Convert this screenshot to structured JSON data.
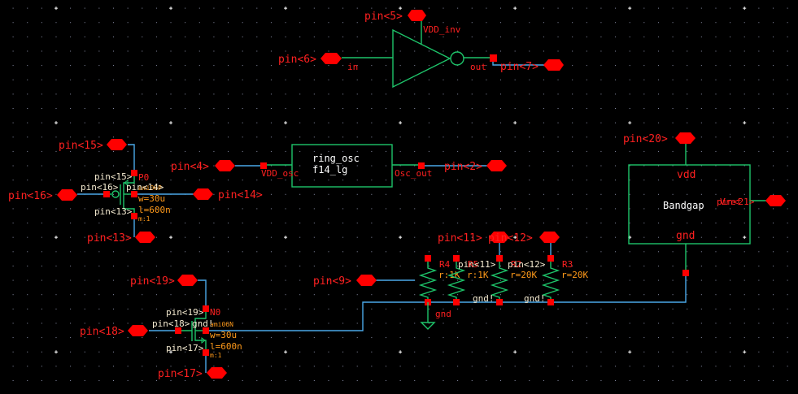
{
  "app": {
    "view": "schematic-editor",
    "colors": {
      "background": "#000000",
      "grid_dot": "#8a8fa8",
      "wire": "#4aa8e8",
      "symbol": "#1ec46a",
      "pin": "#ff0000",
      "pin_label": "#ff2020",
      "param_text": "#ff9a1a",
      "net_label": "#f4ead0"
    }
  },
  "inverter": {
    "vdd_pin": "pin<5>",
    "vdd_terminal": "VDD_inv",
    "in_pin": "pin<6>",
    "in_terminal": "in",
    "out_terminal": "out",
    "out_pin": "pin<7>"
  },
  "ring_osc": {
    "name": "ring_osc",
    "instance": "f14_lg",
    "vdd_pin": "pin<4>",
    "vdd_terminal": "VDD_osc",
    "out_terminal": "Osc_out",
    "out_pin": "pin<2>"
  },
  "pmos": {
    "name": "P0",
    "model": "ami06P",
    "w": "w=30u",
    "l": "l=600n",
    "m": "m:1",
    "top_pin": "pin<15>",
    "gate_pin": "pin<16>",
    "drain_pin": "pin<14>",
    "bottom_pin": "pin<13>",
    "net_top": "pin<15>",
    "net_gate": "pin<16>",
    "net_body": "pin<14>",
    "net_bottom": "pin<13>"
  },
  "nmos": {
    "name": "N0",
    "model": "ami06N",
    "w": "w=30u",
    "l": "l=600n",
    "m": "m:1",
    "top_pin": "pin<19>",
    "gate_pin": "pin<18>",
    "bottom_pin": "pin<17>",
    "net_top": "pin<19>",
    "net_gate": "pin<18>",
    "net_body": "gnd!",
    "net_bottom": "pin<17>"
  },
  "resistors": {
    "pin_9": "pin<9>",
    "pin_11": "pin<11>",
    "pin_12": "pin<12>",
    "gnd_label": "gnd",
    "items": [
      {
        "name": "R4",
        "value": "r:1K",
        "top_net": "",
        "bottom_net": ""
      },
      {
        "name": "R5",
        "value": "r:1K",
        "top_net": "pin<11>",
        "bottom_net": ""
      },
      {
        "name": "R2",
        "value": "r=20K",
        "top_net": "pin<12>",
        "bottom_net": "gnd!"
      },
      {
        "name": "R3",
        "value": "r=20K",
        "top_net": "",
        "bottom_net": "gnd!"
      }
    ]
  },
  "bandgap": {
    "name": "Bandgap",
    "vdd_terminal": "vdd",
    "gnd_terminal": "gnd",
    "vref_terminal": "Vref",
    "vdd_pin": "pin<20>",
    "vref_pin": "pin<21>"
  }
}
